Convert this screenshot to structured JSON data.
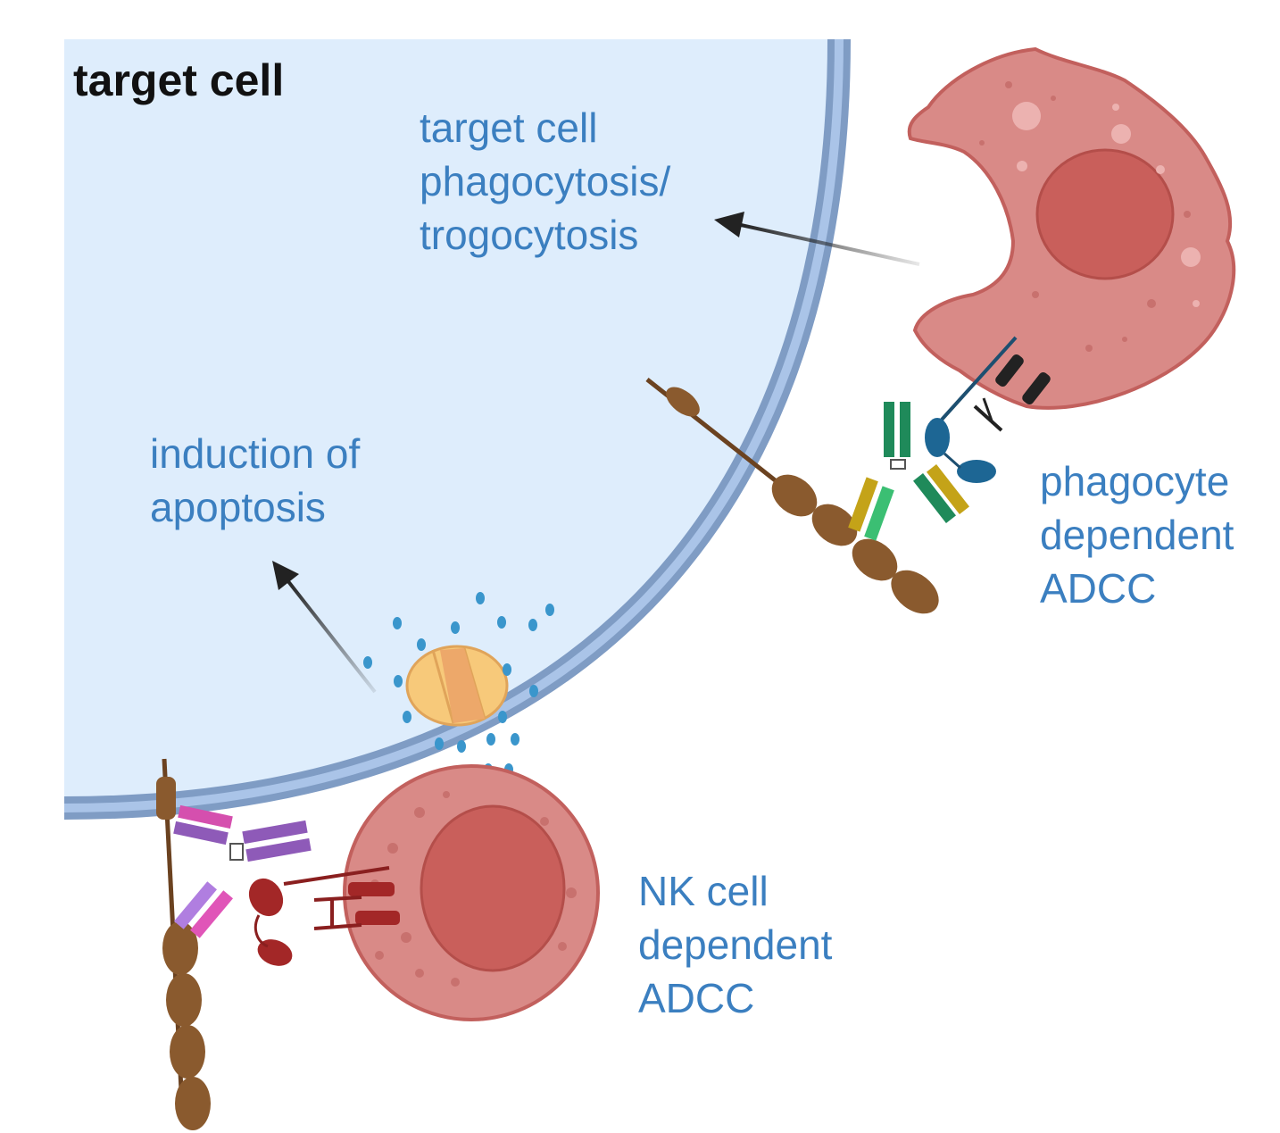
{
  "target_cell": {
    "title": "target cell"
  },
  "labels": {
    "phagocytosis": [
      "target cell",
      "phagocytosis/",
      "trogocytosis"
    ],
    "apoptosis": [
      "induction of",
      "apoptosis"
    ],
    "phagocyte_adcc": [
      "phagocyte",
      "dependent",
      "ADCC"
    ],
    "nk_adcc": [
      "NK cell",
      "dependent",
      "ADCC"
    ]
  },
  "colors": {
    "cell_fill": "#deedfc",
    "membrane_outer": "#7f9cc4",
    "membrane_inner": "#aac4e8",
    "label_blue": "#3b7fc0",
    "phagocyte_body": "#d98a87",
    "nucleus": "#c95f5b",
    "antigen_brown": "#8a5a2e",
    "nk_receptor": "#a32727",
    "phagocyte_receptor": "#1d6694",
    "pore": "#f7c97a",
    "granule": "#3a96cc"
  }
}
